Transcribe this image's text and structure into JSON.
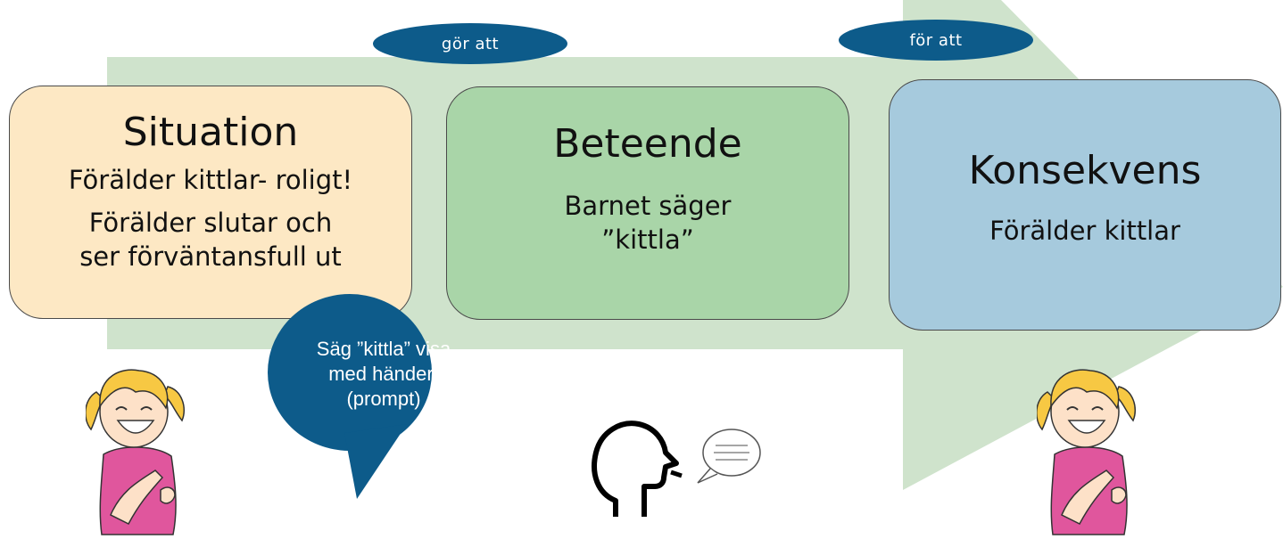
{
  "colors": {
    "arrow": "#cfe3cc",
    "oval": "#0d5b8a",
    "situation_box": "#fde8c4",
    "beteende_box": "#a9d5a8",
    "konsekvens_box": "#a6cadd",
    "bubble": "#0d5b8a"
  },
  "connectors": {
    "left": "gör att",
    "right": "för att"
  },
  "situation": {
    "title": "Situation",
    "line1": "Förälder kittlar- roligt!",
    "line2a": "Förälder slutar och",
    "line2b": "ser förväntansfull ut"
  },
  "beteende": {
    "title": "Beteende",
    "line1": "Barnet säger",
    "line2": "”kittla”"
  },
  "konsekvens": {
    "title": "Konsekvens",
    "line1": "Förälder kittlar"
  },
  "prompt_bubble": {
    "line1": "Säg ”kittla” visa",
    "line2": "med händer!",
    "line3": "(prompt)"
  },
  "icons": [
    "laughing-girl-illustration",
    "speaking-head-icon",
    "speech-bubble-icon"
  ]
}
